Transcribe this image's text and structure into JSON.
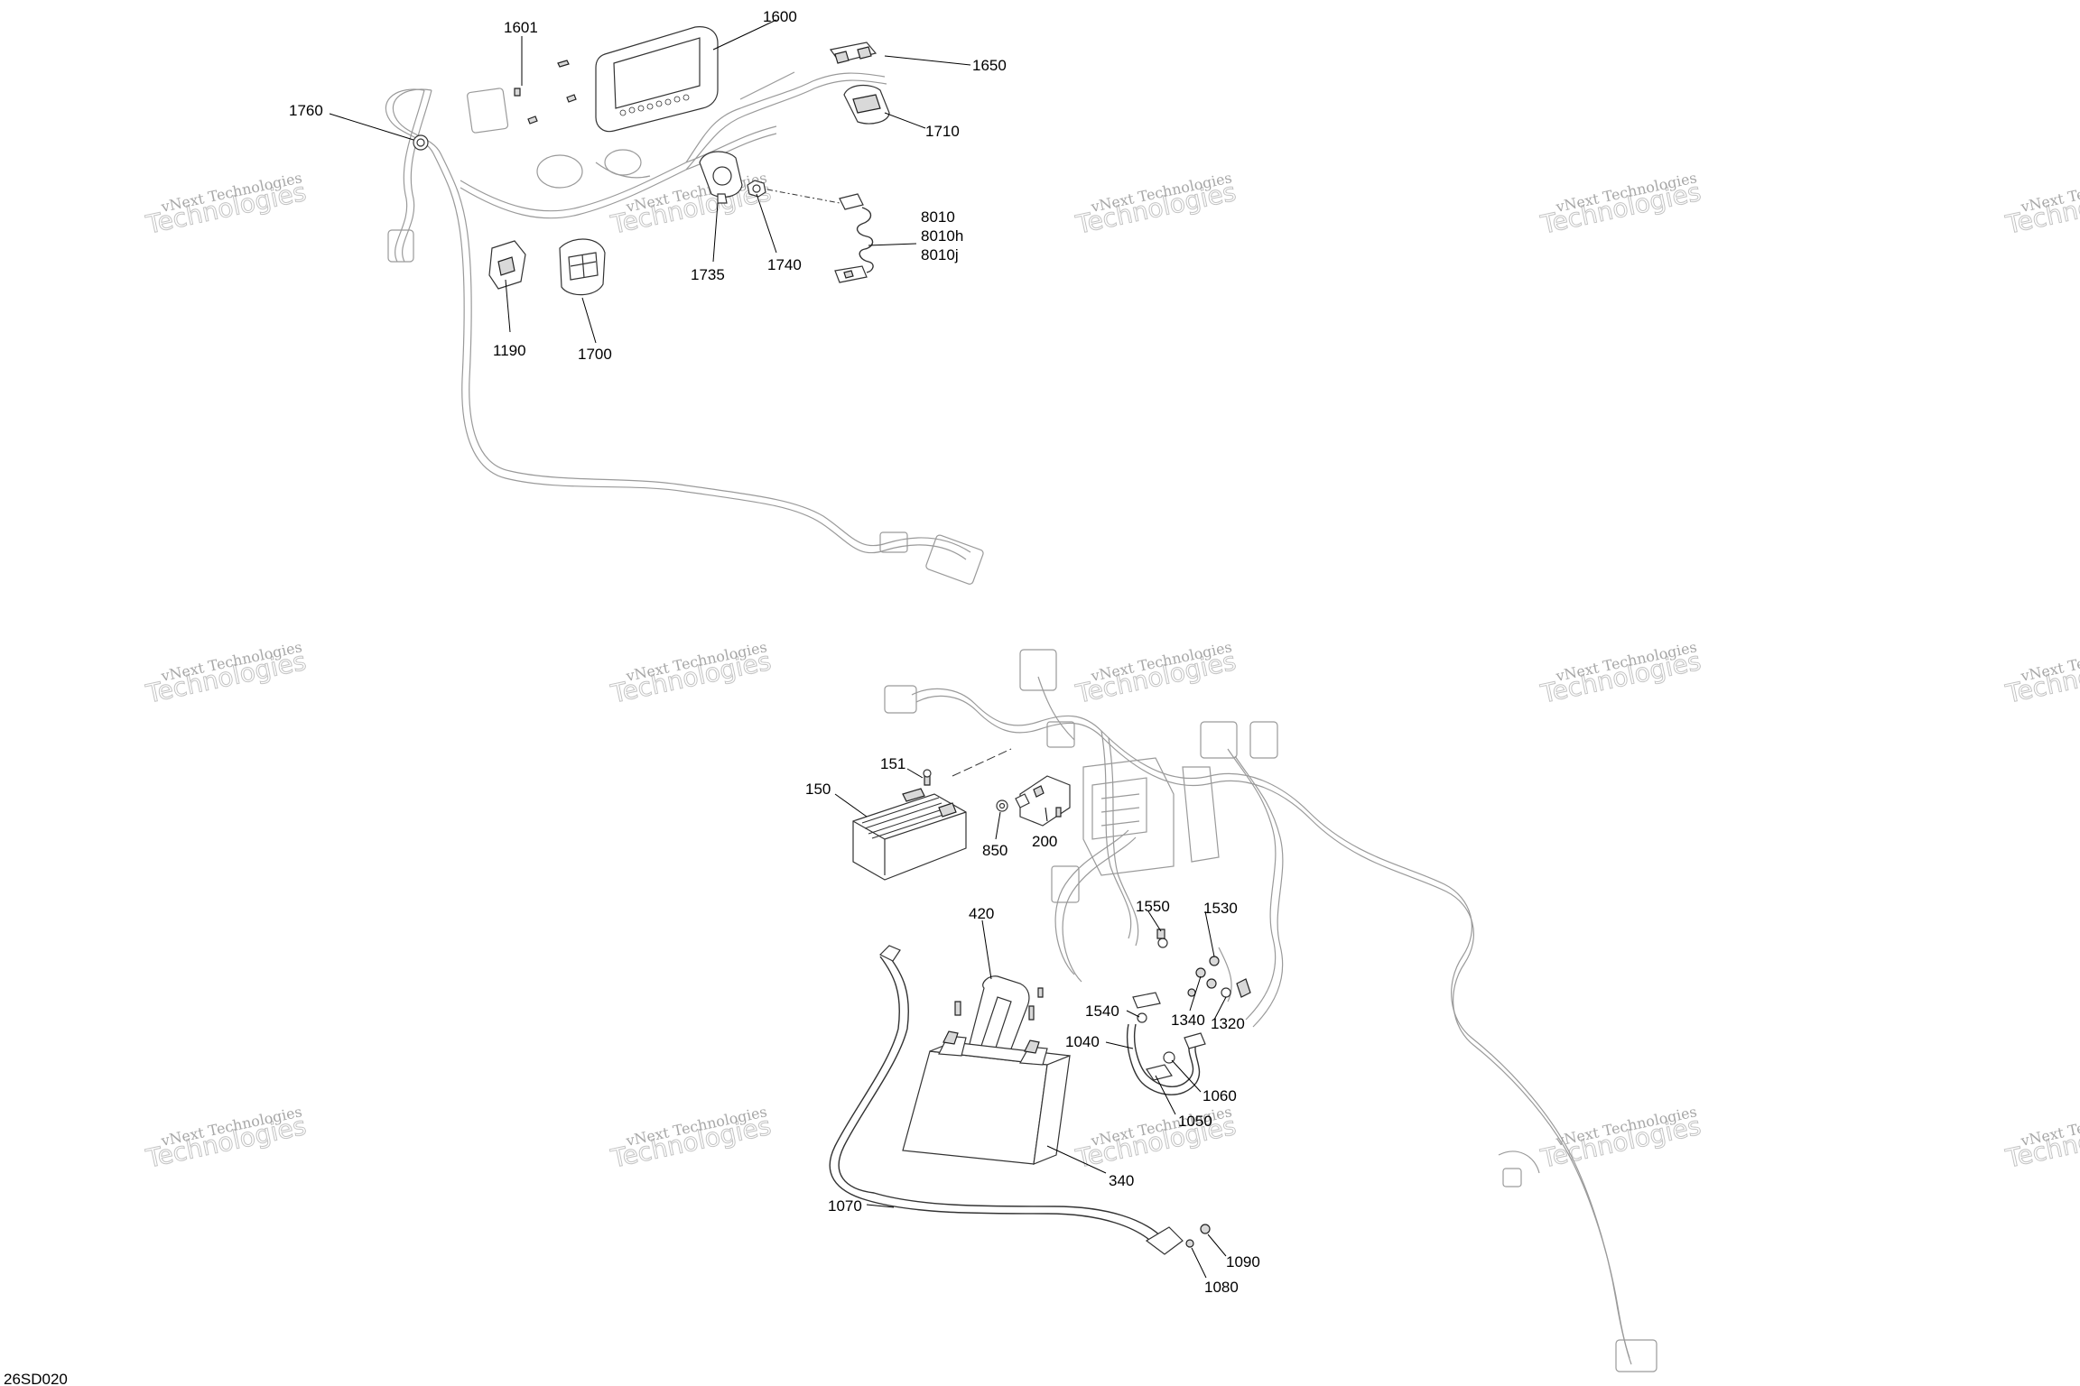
{
  "diagram_ref": "26SD020",
  "watermark": {
    "line1": "vNext Technologies",
    "line2": "Technologies"
  },
  "callouts": {
    "c1601": "1601",
    "c1600": "1600",
    "c1650": "1650",
    "c1760": "1760",
    "c1710": "1710",
    "c8010": "8010",
    "c8010h": "8010h",
    "c8010j": "8010j",
    "c1735": "1735",
    "c1740": "1740",
    "c1190": "1190",
    "c1700": "1700",
    "c151": "151",
    "c150": "150",
    "c850": "850",
    "c200": "200",
    "c420": "420",
    "c1550": "1550",
    "c1530": "1530",
    "c1540": "1540",
    "c1340": "1340",
    "c1320": "1320",
    "c1040": "1040",
    "c1060": "1060",
    "c1050": "1050",
    "c340": "340",
    "c1070": "1070",
    "c1090": "1090",
    "c1080": "1080"
  }
}
